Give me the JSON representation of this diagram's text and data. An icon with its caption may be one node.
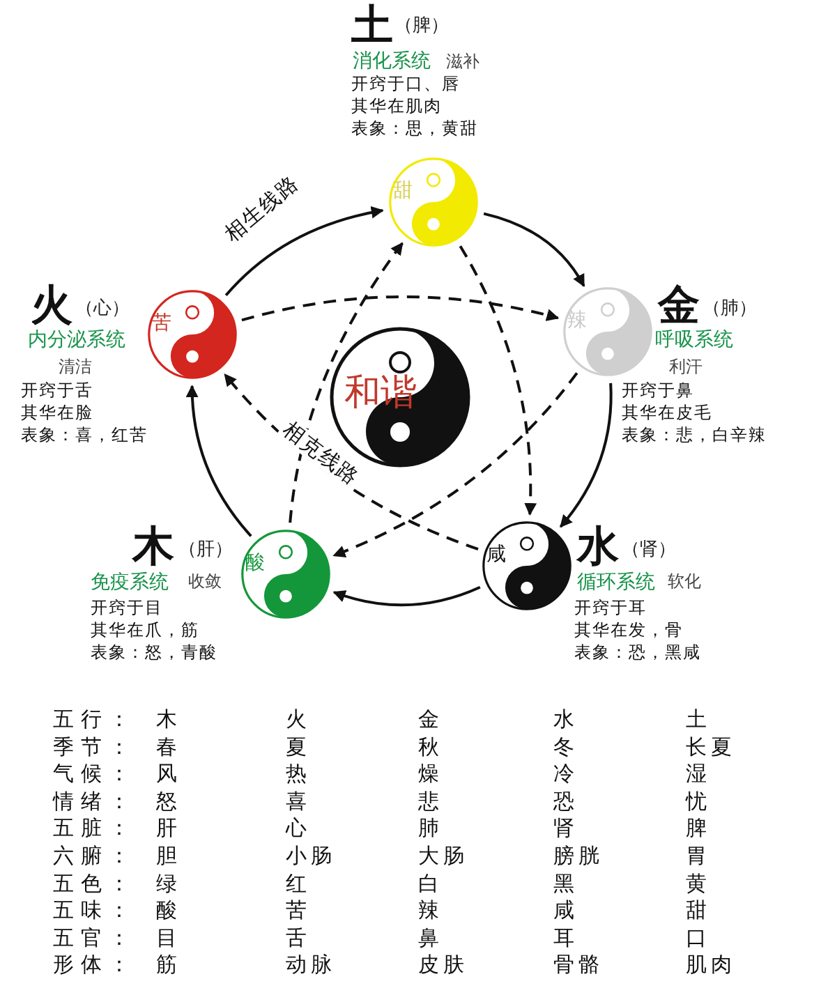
{
  "diagram": {
    "nodes": [
      {
        "text": [
          "甜"
        ],
        "beside": [
          "土",
          "（脾）",
          "消化系统",
          "滋补",
          "开窍于口、唇",
          "其华在肌肉",
          "表象：思，黄甜"
        ]
      },
      {
        "text": [
          "苦"
        ],
        "beside": [
          "火",
          "（心）",
          "内分泌系统",
          "清洁",
          "开窍于舌",
          "其华在脸",
          "表象：喜，红苦"
        ]
      },
      {
        "text": [
          "辣"
        ],
        "beside": [
          "金",
          "（肺）",
          "呼吸系统",
          "利汗",
          "开窍于鼻",
          "其华在皮毛",
          "表象：悲，白辛辣"
        ]
      },
      {
        "text": [
          "和谐"
        ]
      },
      {
        "text": [
          "酸"
        ],
        "beside": [
          "木",
          "（肝）",
          "免疫系统",
          "收敛",
          "开窍于目",
          "其华在爪，筋",
          "表象：怒，青酸"
        ]
      },
      {
        "text": [
          "咸"
        ],
        "beside": [
          "水",
          "（肾）",
          "循环系统",
          "软化",
          "开窍于耳",
          "其华在发，骨",
          "表象：恐，黑咸"
        ]
      }
    ],
    "edges": [
      {
        "from": 1,
        "to": 0,
        "arrow": "to",
        "label": "相生线路"
      },
      {
        "from": 0,
        "to": 2,
        "arrow": "to"
      },
      {
        "from": 2,
        "to": 5,
        "arrow": "to"
      },
      {
        "from": 5,
        "to": 4,
        "arrow": "to"
      },
      {
        "from": 4,
        "to": 1,
        "arrow": "to"
      },
      {
        "from": 1,
        "to": 2,
        "arrow": "to",
        "style": "dashed"
      },
      {
        "from": 2,
        "to": 4,
        "arrow": "to",
        "style": "dashed"
      },
      {
        "from": 4,
        "to": 0,
        "arrow": "to",
        "style": "dashed"
      },
      {
        "from": 0,
        "to": 5,
        "arrow": "to",
        "style": "dashed"
      },
      {
        "from": 5,
        "to": 1,
        "arrow": "to",
        "style": "dashed",
        "label": "相克线路"
      }
    ],
    "labels": [
      "五行：",
      "木",
      "火",
      "金",
      "水",
      "土",
      "季节：",
      "春",
      "夏",
      "秋",
      "冬",
      "长夏",
      "气候：",
      "风",
      "热",
      "燥",
      "冷",
      "湿",
      "情绪：",
      "怒",
      "喜",
      "悲",
      "恐",
      "忧",
      "五脏：",
      "肝",
      "心",
      "肺",
      "肾",
      "脾",
      "六腑：",
      "胆",
      "小肠",
      "大肠",
      "膀胱",
      "胃",
      "五色：",
      "绿",
      "红",
      "白",
      "黑",
      "黄",
      "五味：",
      "酸",
      "苦",
      "辣",
      "咸",
      "甜",
      "五官：",
      "目",
      "舌",
      "鼻",
      "耳",
      "口",
      "形体：",
      "筋",
      "动脉",
      "皮肤",
      "骨骼",
      "肌肉"
    ]
  }
}
